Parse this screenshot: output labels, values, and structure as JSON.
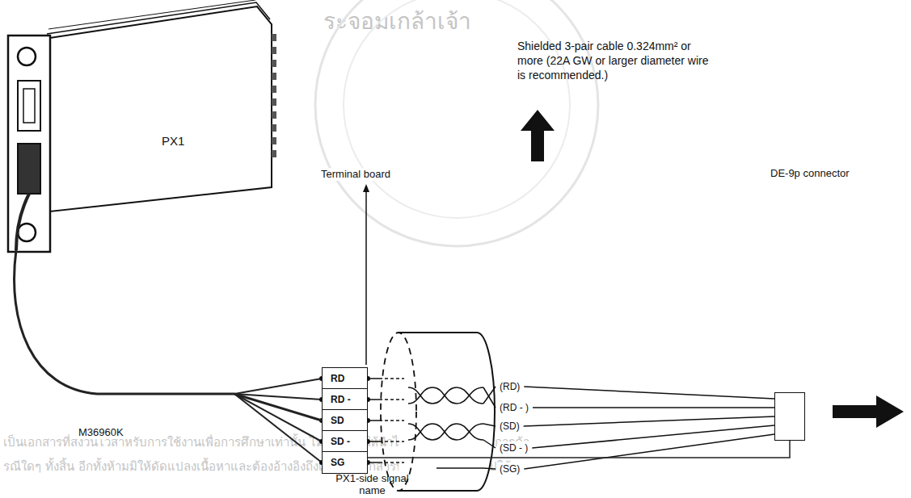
{
  "diagram": {
    "nodes": [
      {
        "text": [
          "PX1"
        ]
      },
      {
        "text": [
          "RD",
          "RD -",
          "SD",
          "SD -",
          "SG"
        ]
      },
      {
        "text": [
          "DE-9p connector"
        ]
      }
    ],
    "edges": [
      {
        "from": 0,
        "to": 1,
        "arrow": "none",
        "label": "M36960K"
      },
      {
        "from": 1,
        "to": 2,
        "arrow": "none"
      }
    ],
    "labels": [
      "Terminal board",
      "Shielded 3-pair cable 0.324mm² or more (22A GW or larger diameter wire is recommended.)",
      "(RD)",
      "(RD - )",
      "(SD)",
      "(SD - )",
      "(SG)",
      "PX1-side signal name",
      "ระจอมเกล้าเจ้า",
      "เป็นเอกสารที่สงวนไว้สำหรับการใช้งานเพื่อการศึกษาเท่านั้น ไม่อนุญาตให้นำไปใช้ประโยชน์ด้านการค้า",
      "รณีใดๆ ทั้งสิ้น อีกทั้งห้ามมิให้ดัดแปลงเนื้อหาและต้องอ้างอิงถึงเจ้าของเอกสารทุกครั้งที่มีการนำไปใช้"
    ]
  }
}
